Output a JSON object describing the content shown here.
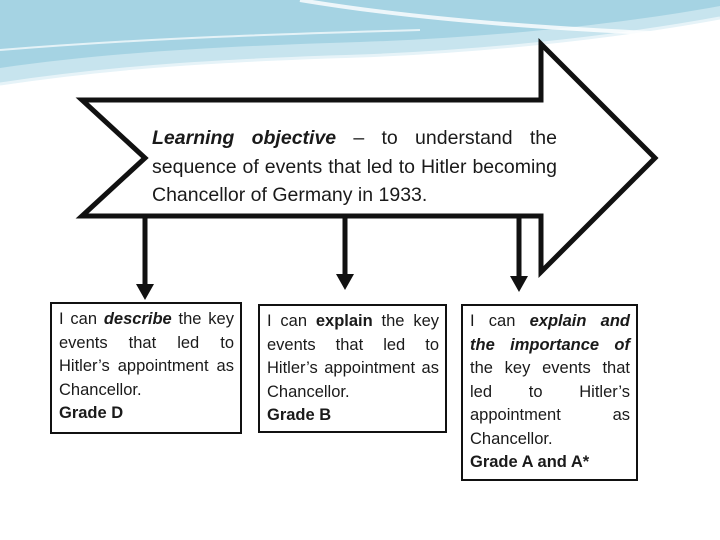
{
  "objective": {
    "lead": "Learning objective",
    "text": " – to understand the sequence of events that led to Hitler becoming Chancellor of Germany in 1933."
  },
  "boxes": [
    {
      "pre": "I can ",
      "em": "describe",
      "post": " the key events that led to Hitler’s appointment as Chancellor.",
      "grade": "Grade D"
    },
    {
      "pre": "I can ",
      "em": "explain",
      "post": " the key events that led to Hitler’s appointment as Chancellor.",
      "grade": "Grade B"
    },
    {
      "pre": "I can ",
      "em": "explain and the importance of",
      "post": " the key events that led to Hitler’s appointment as Chancellor.",
      "grade": "Grade A and A*"
    }
  ],
  "colors": {
    "background_band": "#c7e4ee",
    "arrow_outline": "#111111",
    "text": "#1a1a1a"
  }
}
